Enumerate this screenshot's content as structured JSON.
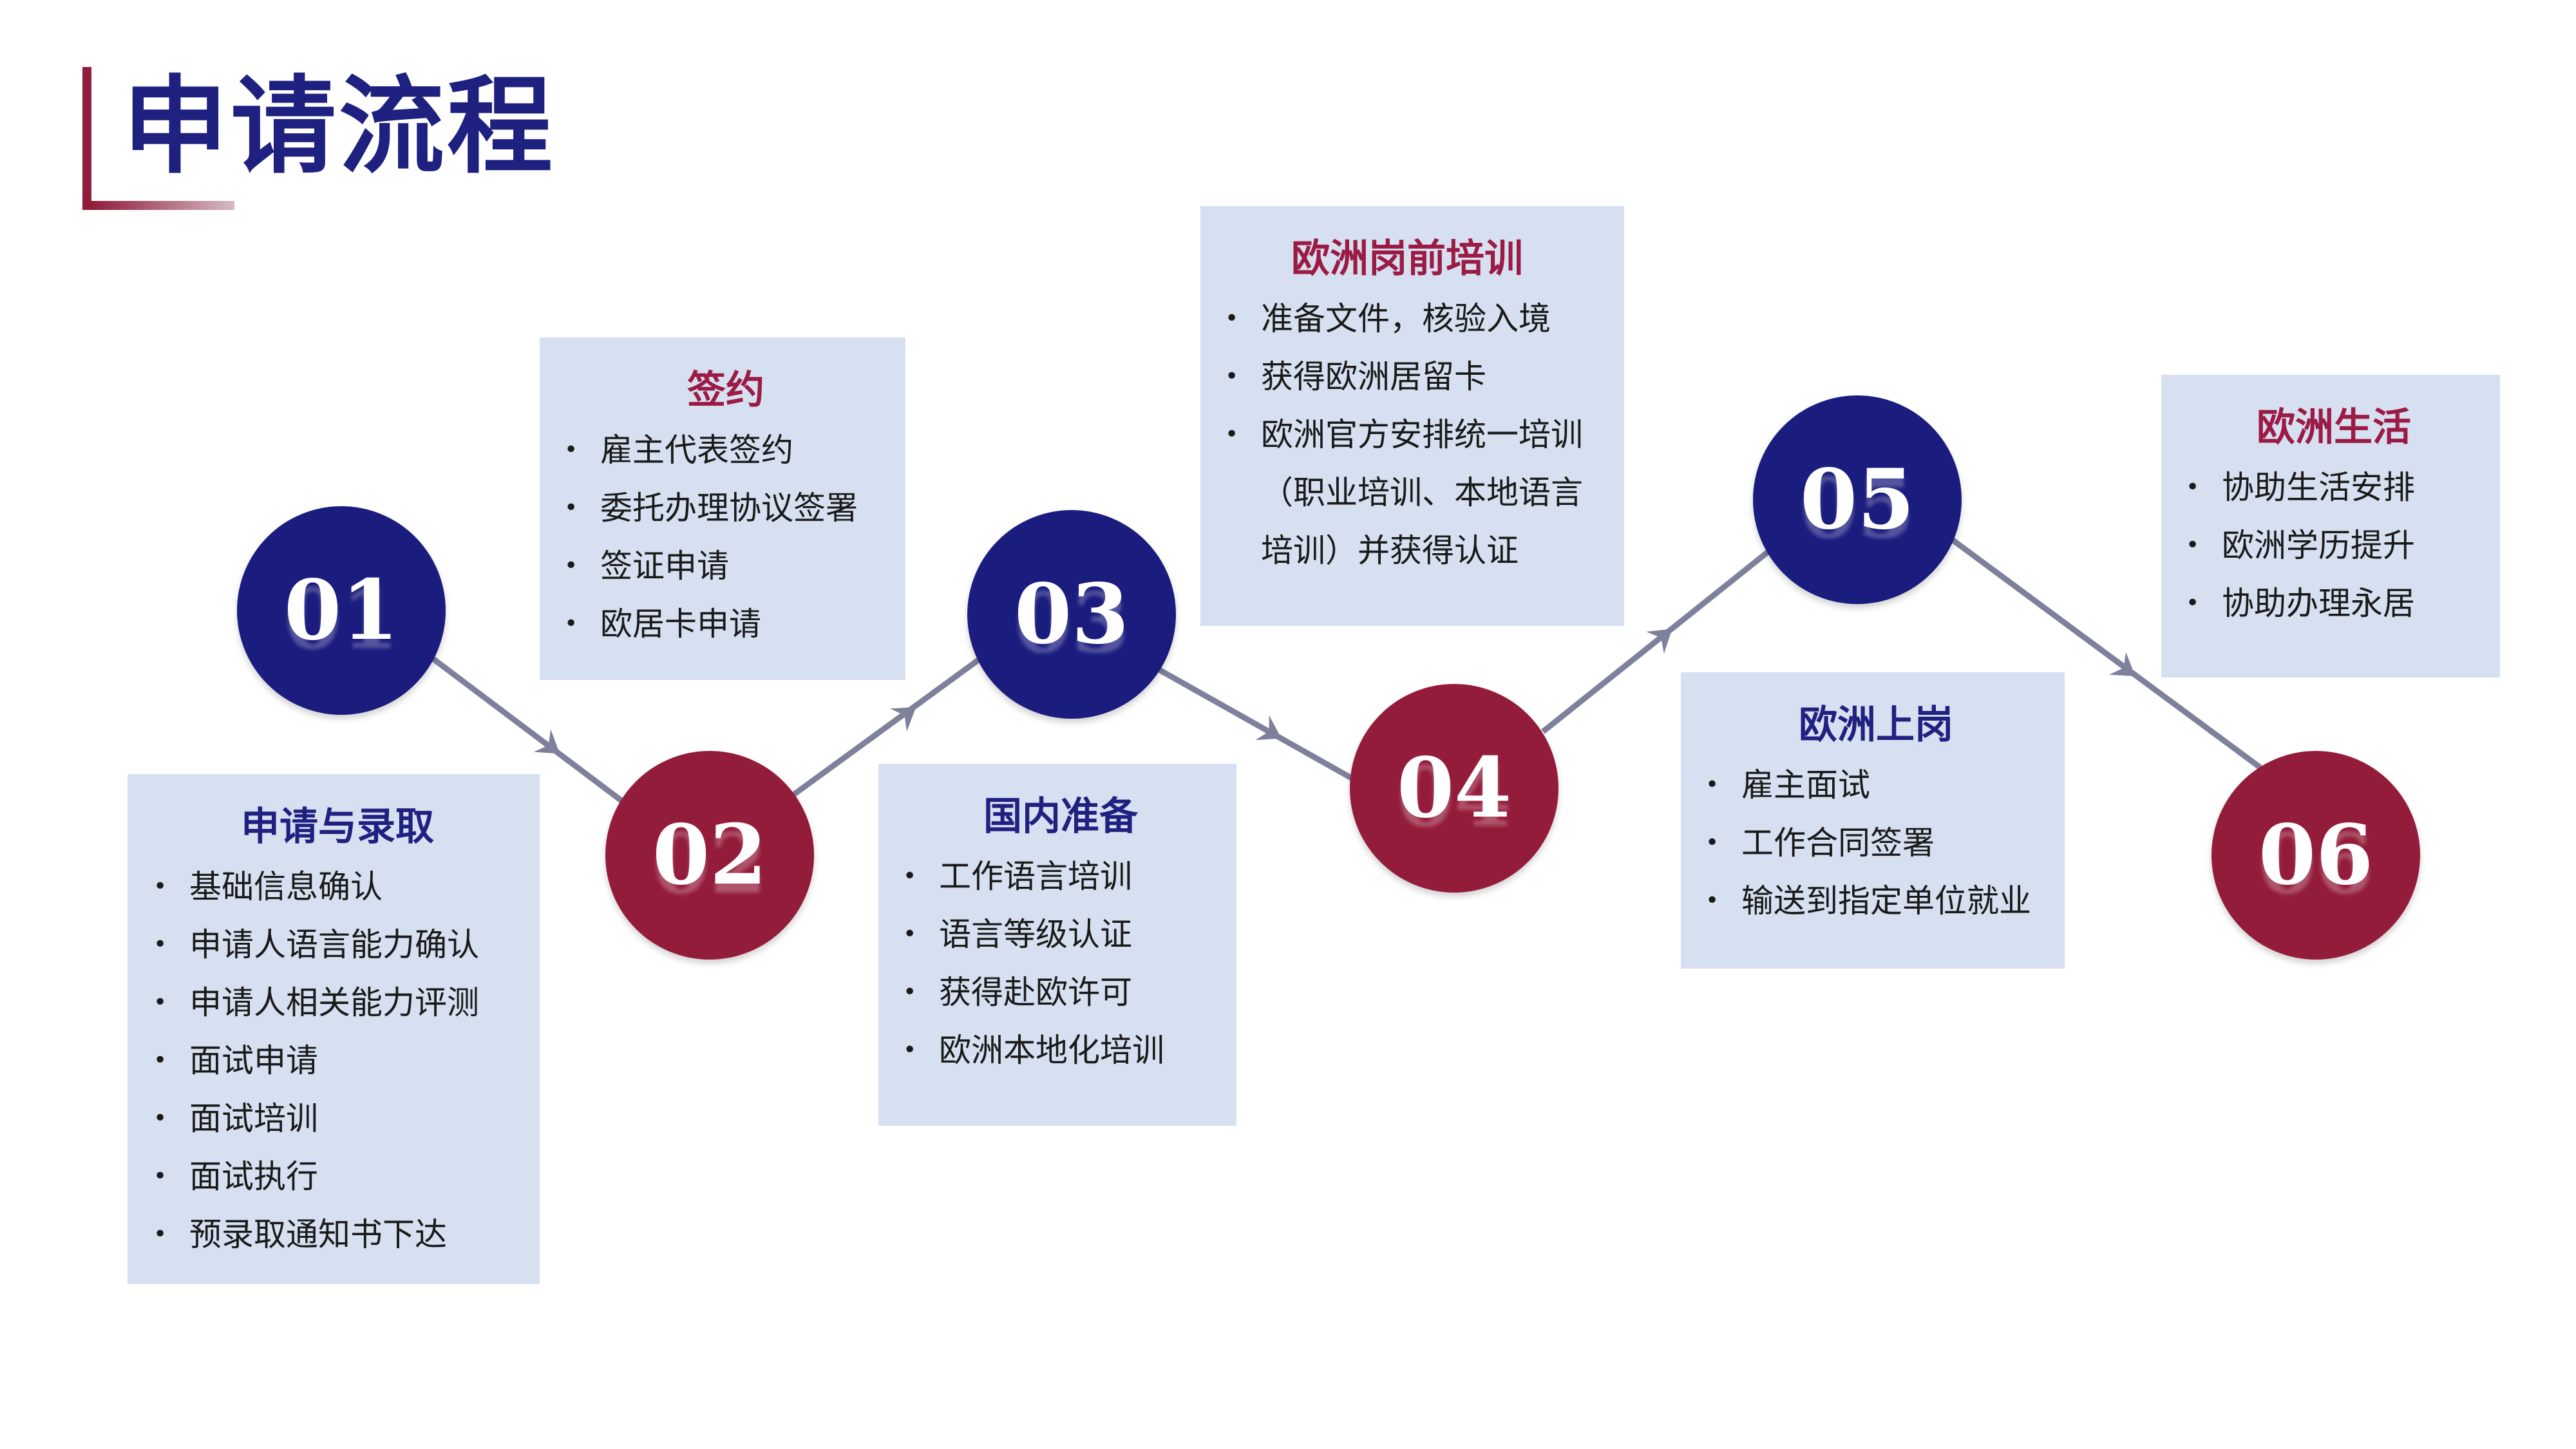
{
  "title": "申请流程",
  "colors": {
    "navy": "#1b1d7e",
    "red": "#941c3b",
    "card": "#d6e0f0",
    "connector": "#7f809c"
  },
  "steps": [
    {
      "num": "01",
      "title": "申请与录取",
      "items": [
        "基础信息确认",
        "申请人语言能力确认",
        "申请人相关能力评测",
        "面试申请",
        "面试培训",
        "面试执行",
        "预录取通知书下达"
      ]
    },
    {
      "num": "02",
      "title": "签约",
      "items": [
        "雇主代表签约",
        "委托办理协议签署",
        "签证申请",
        "欧居卡申请"
      ]
    },
    {
      "num": "03",
      "title": "国内准备",
      "items": [
        "工作语言培训",
        "语言等级认证",
        "获得赴欧许可",
        "欧洲本地化培训"
      ]
    },
    {
      "num": "04",
      "title": "欧洲岗前培训",
      "items": [
        "准备文件，核验入境",
        "获得欧洲居留卡",
        "欧洲官方安排统一培训（职业培训、本地语言培训）并获得认证"
      ]
    },
    {
      "num": "05",
      "title": "欧洲上岗",
      "items": [
        "雇主面试",
        "工作合同签署",
        "输送到指定单位就业"
      ]
    },
    {
      "num": "06",
      "title": "欧洲生活",
      "items": [
        "协助生活安排",
        "欧洲学历提升",
        "协助办理永居"
      ]
    }
  ]
}
